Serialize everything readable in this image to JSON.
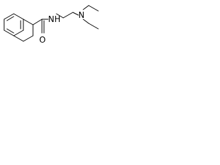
{
  "molecule": {
    "atoms": {
      "amide_n": "NH",
      "carbonyl_o": "O",
      "amine_n": "N"
    },
    "colors": {
      "bond": "#000000",
      "label": "#000000",
      "background": "#ffffff"
    }
  }
}
